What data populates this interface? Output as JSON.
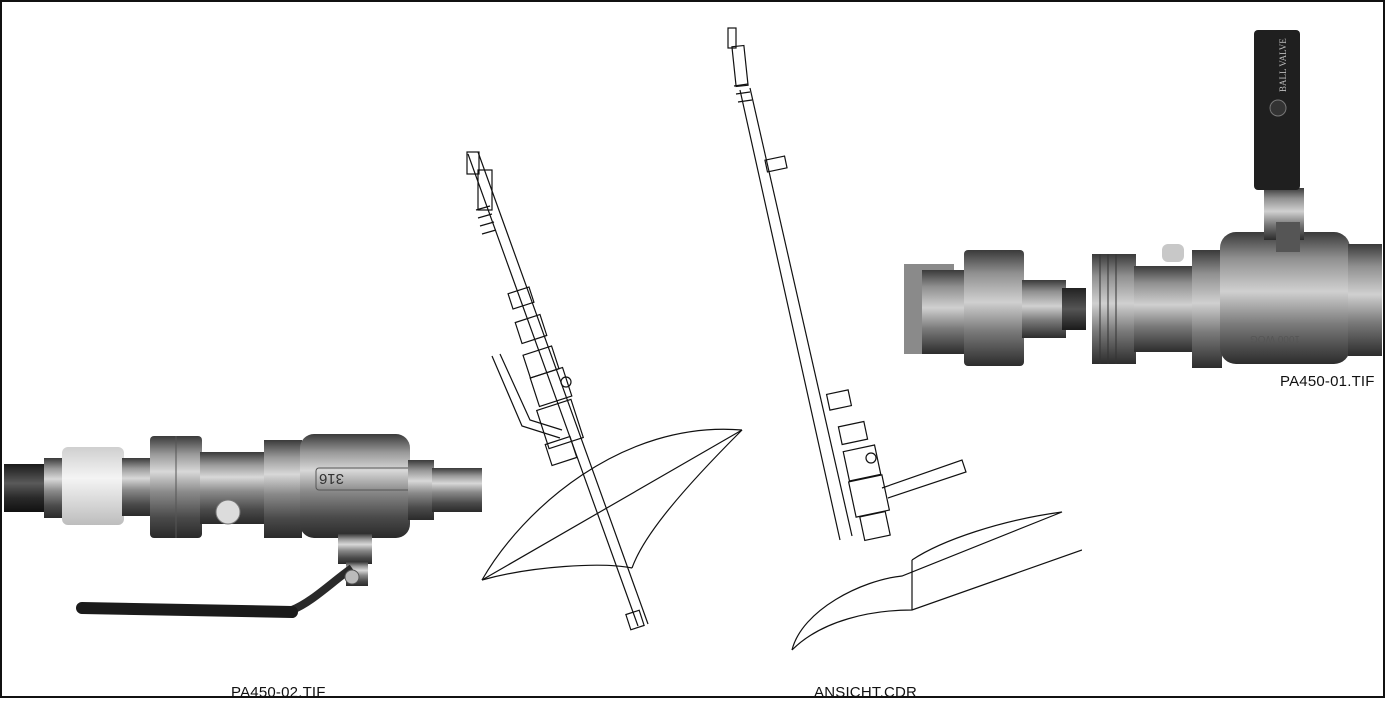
{
  "captions": {
    "left_photo": "PA450-02.TIF",
    "drawing": "ANSICHT.CDR",
    "right_photo": "PA450-01.TIF"
  },
  "valve_markings": {
    "left_body_number": "316",
    "right_handle_text": "BALL VALVE",
    "right_body_text": "1000 WOG"
  }
}
